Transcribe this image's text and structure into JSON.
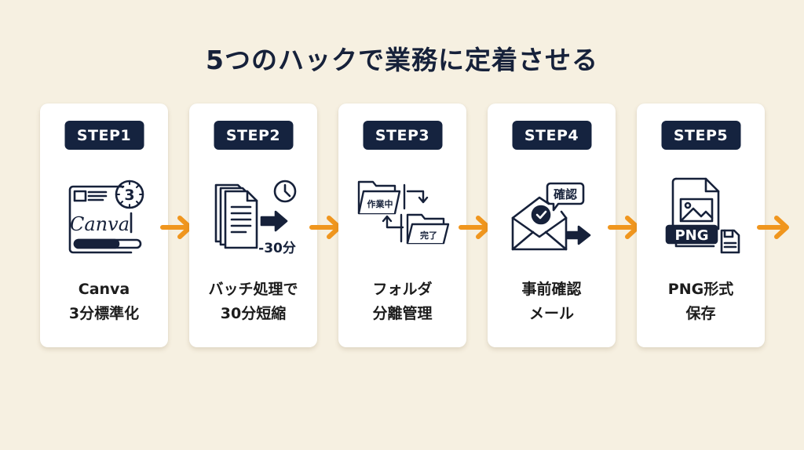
{
  "title": "5つのハックで業務に定着させる",
  "colors": {
    "background": "#f6f0e1",
    "card": "#ffffff",
    "badge": "#15233f",
    "arrow": "#f0961e",
    "ink": "#16213a"
  },
  "steps": [
    {
      "badge": "STEP1",
      "icon": "canva-template-timer-icon",
      "icon_text": {
        "timer": "3",
        "logo": "Canva"
      },
      "label_lines": [
        "Canva",
        "3分標準化"
      ]
    },
    {
      "badge": "STEP2",
      "icon": "batch-documents-clock-icon",
      "icon_text": {
        "saving": "-30分"
      },
      "label_lines": [
        "バッチ処理で",
        "30分短縮"
      ]
    },
    {
      "badge": "STEP3",
      "icon": "folder-separation-icon",
      "icon_text": {
        "folder_a": "作業中",
        "folder_b": "完了"
      },
      "label_lines": [
        "フォルダ",
        "分離管理"
      ]
    },
    {
      "badge": "STEP4",
      "icon": "confirmation-mail-icon",
      "icon_text": {
        "bubble": "確認"
      },
      "label_lines": [
        "事前確認",
        "メール"
      ]
    },
    {
      "badge": "STEP5",
      "icon": "png-file-save-icon",
      "icon_text": {
        "format": "PNG"
      },
      "label_lines": [
        "PNG形式",
        "保存"
      ]
    }
  ],
  "arrows": 5
}
